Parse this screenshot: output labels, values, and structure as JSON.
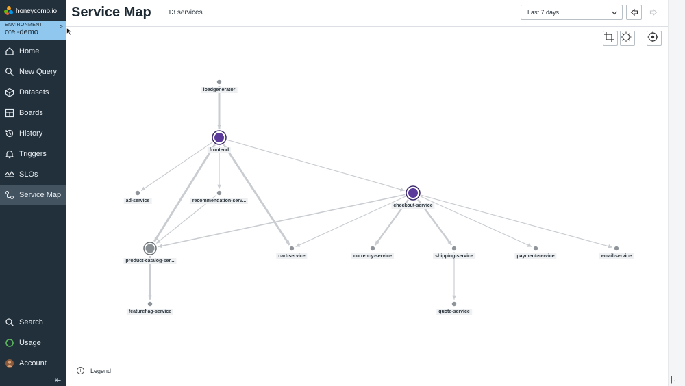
{
  "app": {
    "logo_text": "honeycomb.io",
    "environment": {
      "label": "ENVIRONMENT",
      "name": "otel-demo"
    }
  },
  "sidebar": {
    "items": [
      {
        "label": "Home",
        "icon": "home-icon"
      },
      {
        "label": "New Query",
        "icon": "query-icon"
      },
      {
        "label": "Datasets",
        "icon": "cube-icon"
      },
      {
        "label": "Boards",
        "icon": "board-icon"
      },
      {
        "label": "History",
        "icon": "history-icon"
      },
      {
        "label": "Triggers",
        "icon": "bell-icon"
      },
      {
        "label": "SLOs",
        "icon": "slo-icon"
      },
      {
        "label": "Service Map",
        "icon": "service-map-icon",
        "active": true
      }
    ],
    "bottom_items": [
      {
        "label": "Search",
        "icon": "search-icon"
      },
      {
        "label": "Usage",
        "icon": "usage-icon"
      },
      {
        "label": "Account",
        "icon": "account-avatar-icon"
      }
    ]
  },
  "header": {
    "title": "Service Map",
    "count": "13 services",
    "time_range": {
      "selected": "Last 7 days"
    }
  },
  "map": {
    "nodes": [
      {
        "id": "loadgenerator",
        "label": "loadgenerator",
        "style": "dot"
      },
      {
        "id": "frontend",
        "label": "frontend",
        "style": "selected"
      },
      {
        "id": "ad-service",
        "label": "ad-service",
        "style": "dot"
      },
      {
        "id": "recommendation",
        "label": "recommendation-serv...",
        "style": "dot"
      },
      {
        "id": "checkout",
        "label": "checkout-service",
        "style": "selected"
      },
      {
        "id": "product-catalog",
        "label": "product-catalog-ser...",
        "style": "grey-ring"
      },
      {
        "id": "cart",
        "label": "cart-service",
        "style": "dot"
      },
      {
        "id": "currency",
        "label": "currency-service",
        "style": "dot"
      },
      {
        "id": "shipping",
        "label": "shipping-service",
        "style": "dot"
      },
      {
        "id": "payment",
        "label": "payment-service",
        "style": "dot"
      },
      {
        "id": "email",
        "label": "email-service",
        "style": "dot"
      },
      {
        "id": "featureflag",
        "label": "featureflag-service",
        "style": "dot"
      },
      {
        "id": "quote",
        "label": "quote-service",
        "style": "dot"
      }
    ],
    "edges": [
      [
        "loadgenerator",
        "frontend"
      ],
      [
        "frontend",
        "ad-service"
      ],
      [
        "frontend",
        "recommendation"
      ],
      [
        "frontend",
        "product-catalog"
      ],
      [
        "frontend",
        "cart"
      ],
      [
        "frontend",
        "checkout"
      ],
      [
        "recommendation",
        "product-catalog"
      ],
      [
        "checkout",
        "product-catalog"
      ],
      [
        "checkout",
        "cart"
      ],
      [
        "checkout",
        "currency"
      ],
      [
        "checkout",
        "shipping"
      ],
      [
        "checkout",
        "payment"
      ],
      [
        "checkout",
        "email"
      ],
      [
        "product-catalog",
        "featureflag"
      ],
      [
        "shipping",
        "quote"
      ]
    ],
    "legend_label": "Legend"
  },
  "colors": {
    "sidebar_bg": "#22303b",
    "environment_bg": "#8fc7ee",
    "active_nav": "#445360",
    "node_selected": "#5b3a9b",
    "node_grey": "#8a8f94",
    "edge": "#c9cdd1"
  }
}
